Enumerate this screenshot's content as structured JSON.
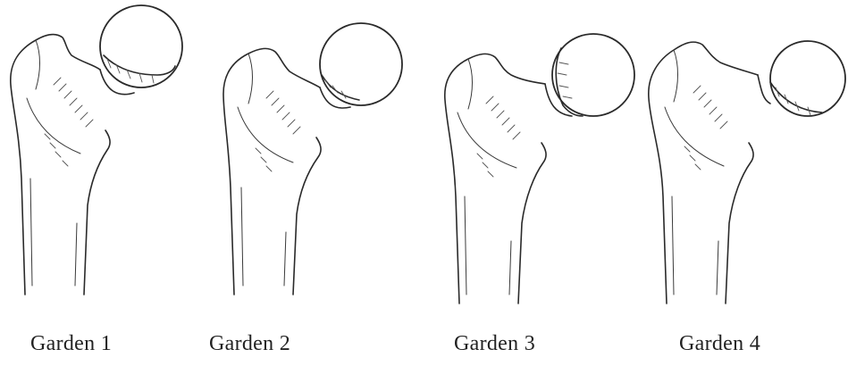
{
  "diagram": {
    "stages": [
      {
        "id": "garden-1",
        "label": "Garden 1"
      },
      {
        "id": "garden-2",
        "label": "Garden 2"
      },
      {
        "id": "garden-3",
        "label": "Garden 3"
      },
      {
        "id": "garden-4",
        "label": "Garden 4"
      }
    ]
  }
}
